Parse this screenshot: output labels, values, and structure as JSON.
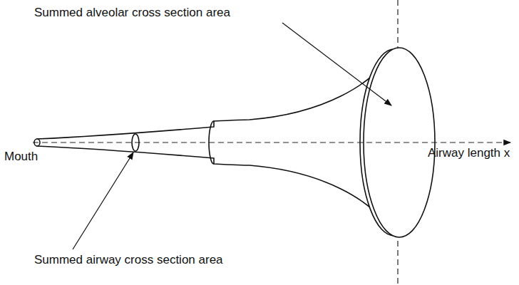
{
  "diagram": {
    "labels": [
      "Summed alveolar cross section area",
      "Mouth",
      "Airway length x",
      "Summed airway cross section area"
    ]
  }
}
